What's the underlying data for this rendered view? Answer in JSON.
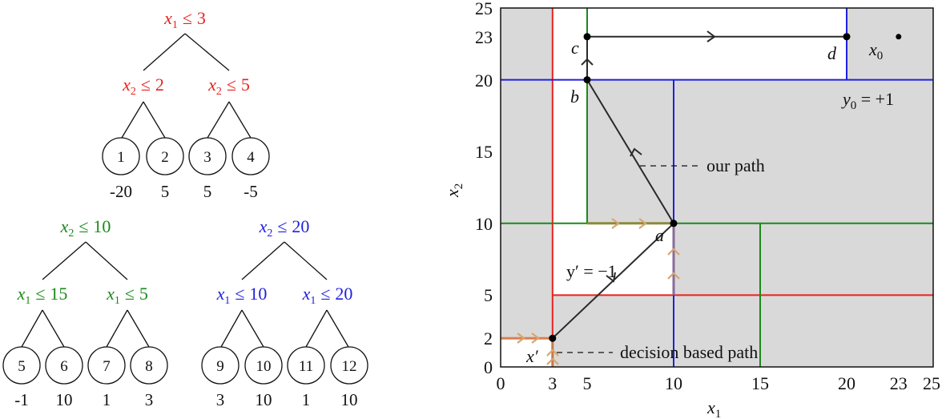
{
  "colors": {
    "red": "#e8221f",
    "green": "#1a8a1a",
    "blue": "#1f1fe0",
    "orange": "#d9804f",
    "orange_arrow": "#d8a46c",
    "olive": "#8b8a3b",
    "purple": "#8a6a9a",
    "gray_region": "#d9d9d9",
    "path": "#2a2a2a"
  },
  "trees": [
    {
      "id": "tree1",
      "color": "red",
      "root": {
        "var": "x",
        "sub": "1",
        "op": "≤",
        "thr": "3"
      },
      "children": [
        {
          "var": "x",
          "sub": "2",
          "op": "≤",
          "thr": "2"
        },
        {
          "var": "x",
          "sub": "2",
          "op": "≤",
          "thr": "5"
        }
      ],
      "leaves": [
        {
          "id": "1",
          "value": "-20"
        },
        {
          "id": "2",
          "value": "5"
        },
        {
          "id": "3",
          "value": "5"
        },
        {
          "id": "4",
          "value": "-5"
        }
      ]
    },
    {
      "id": "tree2",
      "color": "green",
      "root": {
        "var": "x",
        "sub": "2",
        "op": "≤",
        "thr": "10"
      },
      "children": [
        {
          "var": "x",
          "sub": "1",
          "op": "≤",
          "thr": "15"
        },
        {
          "var": "x",
          "sub": "1",
          "op": "≤",
          "thr": "5"
        }
      ],
      "leaves": [
        {
          "id": "5",
          "value": "-1"
        },
        {
          "id": "6",
          "value": "10"
        },
        {
          "id": "7",
          "value": "1"
        },
        {
          "id": "8",
          "value": "3"
        }
      ]
    },
    {
      "id": "tree3",
      "color": "blue",
      "root": {
        "var": "x",
        "sub": "2",
        "op": "≤",
        "thr": "20"
      },
      "children": [
        {
          "var": "x",
          "sub": "1",
          "op": "≤",
          "thr": "10"
        },
        {
          "var": "x",
          "sub": "1",
          "op": "≤",
          "thr": "20"
        }
      ],
      "leaves": [
        {
          "id": "9",
          "value": "3"
        },
        {
          "id": "10",
          "value": "10"
        },
        {
          "id": "11",
          "value": "1"
        },
        {
          "id": "12",
          "value": "10"
        }
      ]
    }
  ],
  "plot": {
    "xlabel": {
      "var": "x",
      "sub": "1"
    },
    "ylabel": {
      "var": "x",
      "sub": "2"
    },
    "xlim": [
      0,
      25
    ],
    "ylim": [
      0,
      25
    ],
    "xticks": [
      "0",
      "3",
      "5",
      "10",
      "15",
      "20",
      "23",
      "25"
    ],
    "yticks": [
      "0",
      "2",
      "5",
      "10",
      "15",
      "20",
      "23",
      "25"
    ],
    "points": {
      "a": {
        "label": "a",
        "x": 10,
        "y": 10
      },
      "b": {
        "label": "b",
        "x": 5,
        "y": 20
      },
      "c": {
        "label": "c",
        "x": 5,
        "y": 23
      },
      "d": {
        "label": "d",
        "x": 20,
        "y": 23
      },
      "x0": {
        "label": "x",
        "sub": "0",
        "x": 23,
        "y": 23
      },
      "xprime": {
        "label": "x′",
        "x": 3,
        "y": 2
      }
    },
    "annotations": {
      "our_path": "our path",
      "decision_path": "decision based path",
      "y0": {
        "var": "y",
        "sub": "0",
        "text": " = +1"
      },
      "yprime": {
        "text": "y′ = −1"
      }
    }
  },
  "chart_data": {
    "type": "scatter",
    "title": "",
    "xlabel": "x1",
    "ylabel": "x2",
    "xlim": [
      0,
      25
    ],
    "ylim": [
      0,
      25
    ],
    "xticks": [
      0,
      3,
      5,
      10,
      15,
      20,
      23,
      25
    ],
    "yticks": [
      0,
      2,
      5,
      10,
      15,
      20,
      23,
      25
    ],
    "split_lines": [
      {
        "tree": "red",
        "orient": "vertical",
        "x": 3,
        "y_range": [
          0,
          25
        ]
      },
      {
        "tree": "red",
        "orient": "horizontal",
        "y": 5,
        "x_range": [
          3,
          25
        ]
      },
      {
        "tree": "red",
        "orient": "horizontal",
        "y": 2,
        "x_range": [
          0,
          3
        ]
      },
      {
        "tree": "green",
        "orient": "horizontal",
        "y": 10,
        "x_range": [
          0,
          25
        ]
      },
      {
        "tree": "green",
        "orient": "vertical",
        "x": 5,
        "y_range": [
          10,
          25
        ]
      },
      {
        "tree": "green",
        "orient": "vertical",
        "x": 15,
        "y_range": [
          0,
          10
        ]
      },
      {
        "tree": "blue",
        "orient": "horizontal",
        "y": 20,
        "x_range": [
          0,
          25
        ]
      },
      {
        "tree": "blue",
        "orient": "vertical",
        "x": 10,
        "y_range": [
          0,
          20
        ]
      },
      {
        "tree": "blue",
        "orient": "vertical",
        "x": 20,
        "y_range": [
          20,
          25
        ]
      }
    ],
    "white_regions": [
      {
        "x": [
          0,
          3
        ],
        "y": [
          0,
          2
        ]
      },
      {
        "x": [
          3,
          10
        ],
        "y": [
          5,
          10
        ]
      },
      {
        "x": [
          3,
          5
        ],
        "y": [
          10,
          25
        ]
      },
      {
        "x": [
          5,
          20
        ],
        "y": [
          20,
          25
        ]
      }
    ],
    "series": [
      {
        "name": "our path",
        "points": [
          [
            3,
            2
          ],
          [
            10,
            10
          ],
          [
            5,
            20
          ],
          [
            5,
            23
          ],
          [
            20,
            23
          ]
        ]
      },
      {
        "name": "decision based path",
        "points": [
          [
            0,
            2
          ],
          [
            3,
            2
          ],
          [
            3,
            0
          ],
          [
            5,
            10
          ],
          [
            10,
            10
          ],
          [
            10,
            5
          ]
        ]
      },
      {
        "name": "x0",
        "points": [
          [
            23,
            23
          ]
        ]
      }
    ],
    "annotations": [
      "a",
      "b",
      "c",
      "d",
      "x0",
      "x'",
      "y0 = +1",
      "y' = -1",
      "our path",
      "decision based path"
    ]
  }
}
